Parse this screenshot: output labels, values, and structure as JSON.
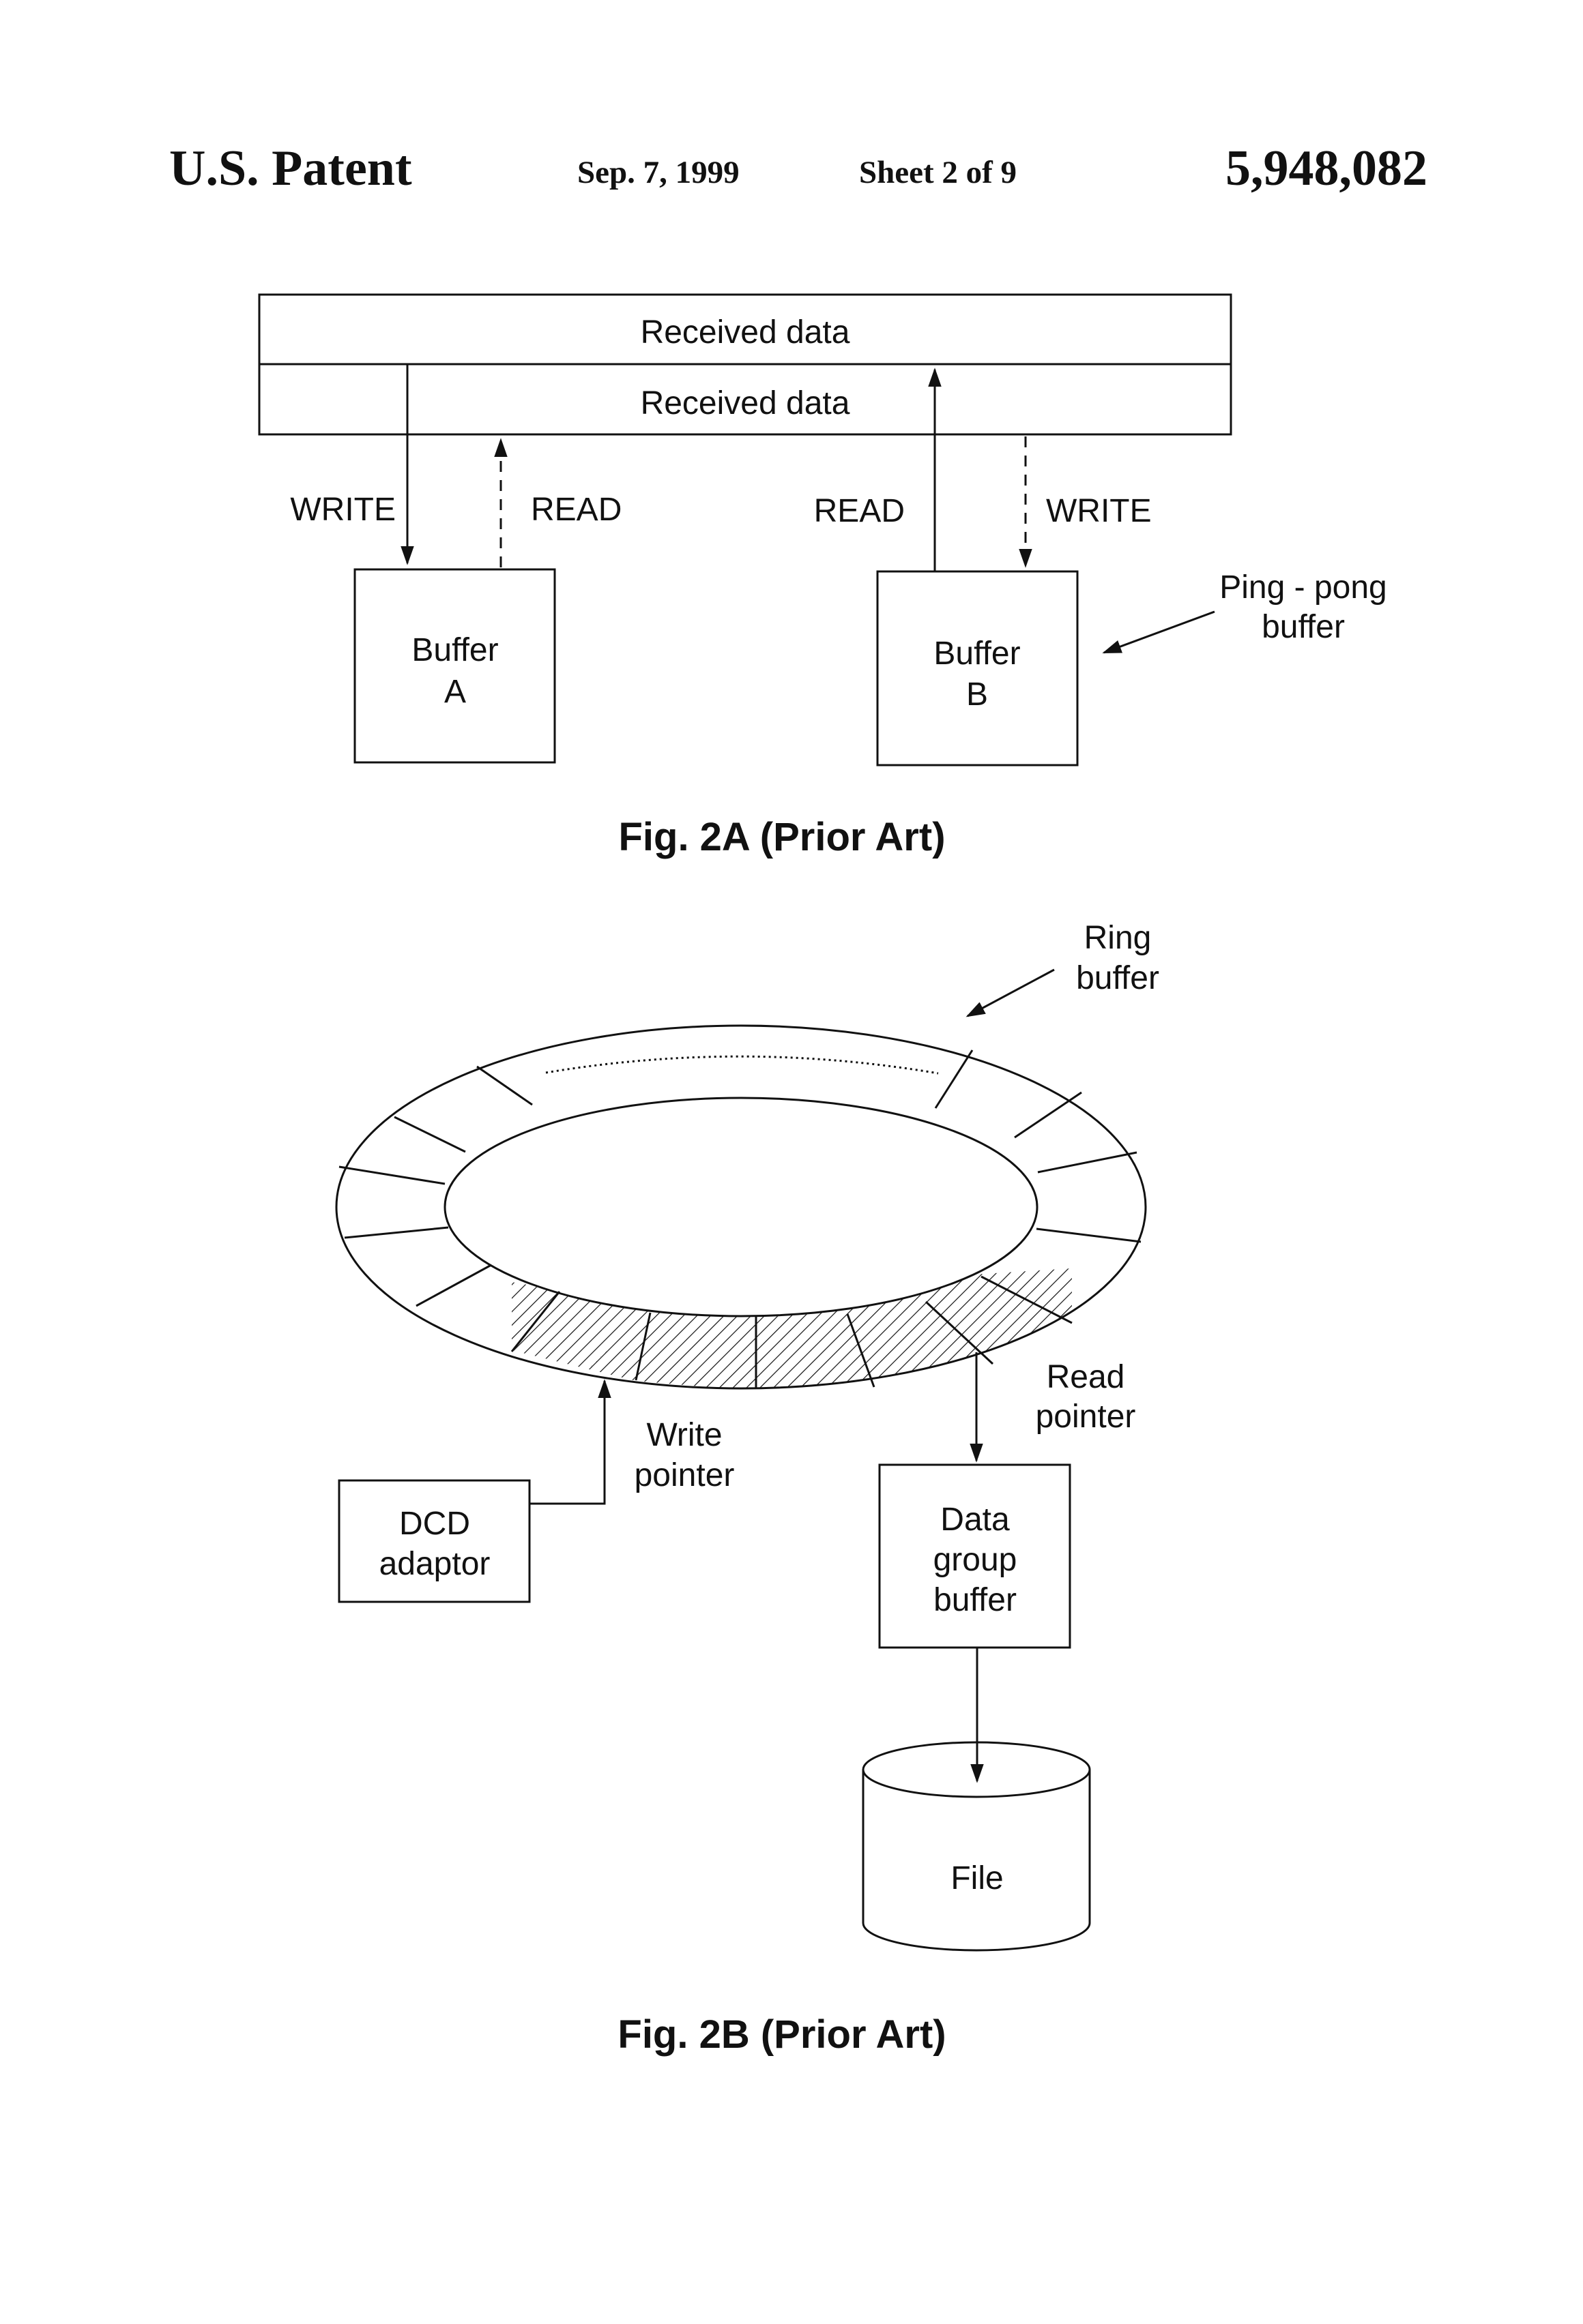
{
  "header": {
    "left": "U.S. Patent",
    "date": "Sep. 7, 1999",
    "sheet": "Sheet 2 of 9",
    "number": "5,948,082"
  },
  "fig2a": {
    "top_row_label": "Received data",
    "second_row_label": "Received data",
    "write_left_label": "WRITE",
    "read_left_label": "READ",
    "read_right_label": "READ",
    "write_right_label": "WRITE",
    "buffer_a_line1": "Buffer",
    "buffer_a_line2": "A",
    "buffer_b_line1": "Buffer",
    "buffer_b_line2": "B",
    "pingpong_line1": "Ping - pong",
    "pingpong_line2": "buffer",
    "caption": "Fig. 2A (Prior Art)"
  },
  "fig2b": {
    "ring_line1": "Ring",
    "ring_line2": "buffer",
    "read_pointer_line1": "Read",
    "read_pointer_line2": "pointer",
    "write_pointer_line1": "Write",
    "write_pointer_line2": "pointer",
    "dcd_line1": "DCD",
    "dcd_line2": "adaptor",
    "data_group_line1": "Data",
    "data_group_line2": "group",
    "data_group_line3": "buffer",
    "file_label": "File",
    "caption": "Fig. 2B (Prior Art)"
  }
}
